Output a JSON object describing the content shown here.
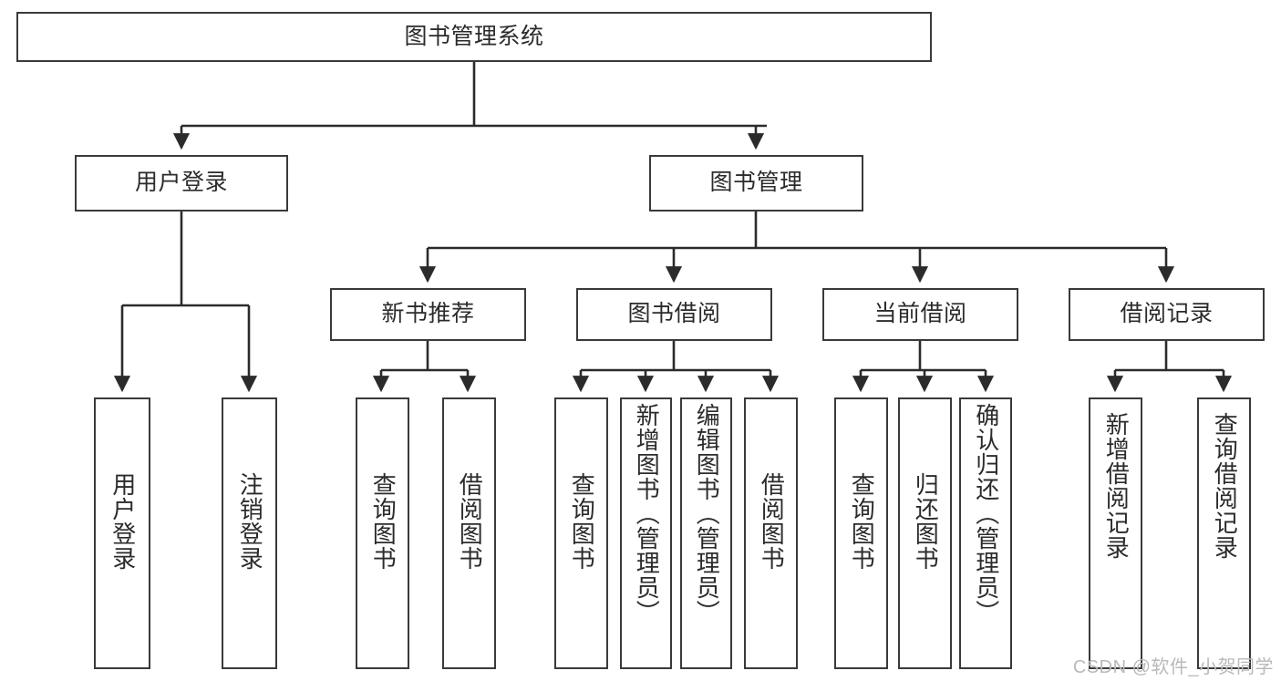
{
  "diagram": {
    "title": "图书管理系统",
    "type": "hierarchy-tree",
    "colors": {
      "box_border": "#3a3a3a",
      "box_fill": "#ffffff",
      "edge": "#2b2b2b",
      "text": "#2b2b2b",
      "watermark": "#b9b9b9",
      "background": "#ffffff"
    },
    "nodes": {
      "root": {
        "label": "图书管理系统",
        "orientation": "horizontal"
      },
      "level2": [
        {
          "label": "用户登录",
          "orientation": "horizontal"
        },
        {
          "label": "图书管理",
          "orientation": "horizontal"
        }
      ],
      "level3": [
        {
          "label": "新书推荐",
          "orientation": "horizontal"
        },
        {
          "label": "图书借阅",
          "orientation": "horizontal"
        },
        {
          "label": "当前借阅",
          "orientation": "horizontal"
        },
        {
          "label": "借阅记录",
          "orientation": "horizontal"
        }
      ],
      "leaves": [
        {
          "label": "用户登录",
          "parent": "用户登录",
          "orientation": "vertical"
        },
        {
          "label": "注销登录",
          "parent": "用户登录",
          "orientation": "vertical"
        },
        {
          "label": "查询图书",
          "parent": "新书推荐",
          "orientation": "vertical"
        },
        {
          "label": "借阅图书",
          "parent": "新书推荐",
          "orientation": "vertical"
        },
        {
          "label": "查询图书",
          "parent": "图书借阅",
          "orientation": "vertical"
        },
        {
          "label": "新增图书（管理员）",
          "parent": "图书借阅",
          "orientation": "vertical"
        },
        {
          "label": "编辑图书（管理员）",
          "parent": "图书借阅",
          "orientation": "vertical"
        },
        {
          "label": "借阅图书",
          "parent": "图书借阅",
          "orientation": "vertical"
        },
        {
          "label": "查询图书",
          "parent": "当前借阅",
          "orientation": "vertical"
        },
        {
          "label": "归还图书",
          "parent": "当前借阅",
          "orientation": "vertical"
        },
        {
          "label": "确认归还（管理员）",
          "parent": "当前借阅",
          "orientation": "vertical"
        },
        {
          "label": "新增借阅记录",
          "parent": "借阅记录",
          "orientation": "vertical"
        },
        {
          "label": "查询借阅记录",
          "parent": "借阅记录",
          "orientation": "vertical"
        }
      ]
    }
  },
  "watermark": {
    "text": "CSDN @软件_小贺同学"
  }
}
